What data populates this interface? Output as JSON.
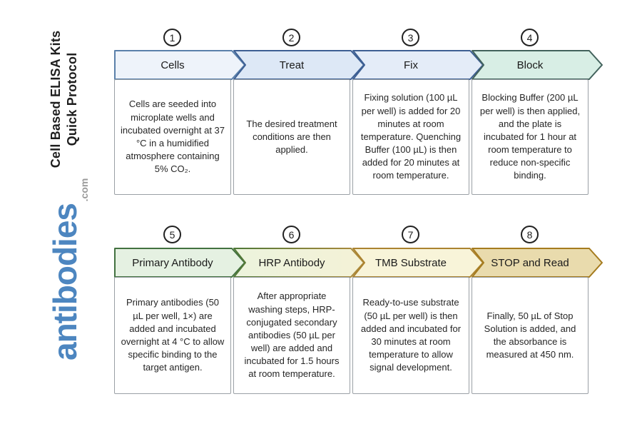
{
  "sidebar": {
    "title_line1": "Cell Based ELISA Kits",
    "title_line2": "Quick Protocol",
    "brand": "antibodies",
    "brand_suffix": ".com",
    "brand_color": "#4d86c0",
    "brand_suffix_color": "#9a9a9a"
  },
  "rows": [
    {
      "steps": [
        {
          "number": "1",
          "label": "Cells",
          "description": "Cells are seeded into microplate wells and incubated overnight at 37 °C in a humidified atmosphere containing 5% CO₂.",
          "banner_fill": "#eef3fa",
          "banner_stroke": "#5a80aa"
        },
        {
          "number": "2",
          "label": "Treat",
          "description": "The desired treatment conditions are then applied.",
          "banner_fill": "#dde8f6",
          "banner_stroke": "#3d5f93"
        },
        {
          "number": "3",
          "label": "Fix",
          "description": "Fixing solution (100 µL per well) is added for 20 minutes at room temperature. Quenching Buffer (100 µL) is then added for 20 minutes at room temperature.",
          "banner_fill": "#e4ecf8",
          "banner_stroke": "#3d5f93"
        },
        {
          "number": "4",
          "label": "Block",
          "description": "Blocking Buffer (200 µL per well) is then applied, and the plate is incubated for 1 hour at room temperature to reduce non-specific binding.",
          "banner_fill": "#d8eee5",
          "banner_stroke": "#42625c"
        }
      ]
    },
    {
      "steps": [
        {
          "number": "5",
          "label": "Primary Antibody",
          "description": "Primary antibodies (50 µL per well, 1×) are added and incubated overnight at 4 °C to allow specific binding to the target antigen.",
          "banner_fill": "#e5f1e2",
          "banner_stroke": "#427140"
        },
        {
          "number": "6",
          "label": "HRP Antibody",
          "description": "After appropriate washing steps, HRP-conjugated secondary antibodies (50 µL per well) are added and incubated for 1.5 hours at room temperature.",
          "banner_fill": "#ecf3dd",
          "banner_fill2": "#f4f2d6",
          "banner_stroke": "#4e7837",
          "banner_stroke2": "#b18c3e"
        },
        {
          "number": "7",
          "label": "TMB Substrate",
          "description": "Ready-to-use substrate (50 µL per well) is then added and incubated for 30 minutes at room temperature to allow signal development.",
          "banner_fill": "#f8f4d9",
          "banner_stroke": "#ab8330"
        },
        {
          "number": "8",
          "label": "STOP and Read",
          "description": "Finally, 50 µL of Stop Solution is added, and the absorbance is measured at 450 nm.",
          "banner_fill": "#e9dbad",
          "banner_stroke": "#a57b1e"
        }
      ]
    }
  ]
}
